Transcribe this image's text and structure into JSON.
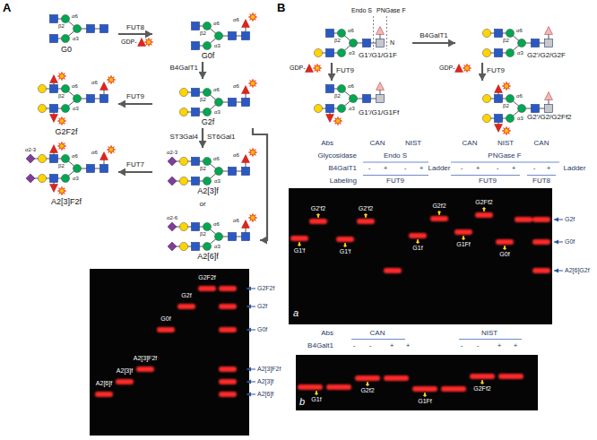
{
  "diagram": {
    "nodes": [
      {
        "text": [
          "G0",
          "α6",
          "β2",
          "α3"
        ]
      },
      {
        "text": [
          "G0f",
          "α6",
          "β2",
          "α3",
          "α6"
        ]
      },
      {
        "text": [
          "G2F2f",
          "α6",
          "β2",
          "α3",
          "α6"
        ]
      },
      {
        "text": [
          "G2f",
          "α6",
          "β2",
          "α3",
          "α6"
        ]
      },
      {
        "text": [
          "A2[3]F2f",
          "α2-3",
          "α6",
          "β2",
          "α3",
          "α6"
        ]
      },
      {
        "text": [
          "A2[3]f",
          "α2-3",
          "α6",
          "β2",
          "α3",
          "α6"
        ]
      },
      {
        "text": [
          "A2[6]f",
          "α2-6",
          "α6",
          "β2",
          "α3",
          "α6"
        ]
      },
      {
        "text": [
          "G1'/G1/G1F",
          "Endo S",
          "PNGase F",
          "N",
          "α6",
          "β2",
          "α3"
        ]
      },
      {
        "text": [
          "G2'/G2/G2F",
          "α6",
          "β2",
          "α3"
        ]
      },
      {
        "text": [
          "G1'/G1/G1Ff",
          "α6",
          "β2",
          "α3"
        ]
      },
      {
        "text": [
          "G2'/G2/G2Ff2",
          "α6",
          "β2",
          "α3"
        ]
      }
    ],
    "edges": [
      {
        "from": 0,
        "to": 1,
        "arrow": "to",
        "label": "FUT8"
      },
      {
        "from": 1,
        "to": 3,
        "arrow": "to",
        "label": "B4GalT1"
      },
      {
        "from": 3,
        "to": 2,
        "arrow": "to",
        "label": "FUT9"
      },
      {
        "from": 3,
        "to": 5,
        "arrow": "to",
        "label": "ST3Gal4"
      },
      {
        "from": 3,
        "to": 6,
        "arrow": "to",
        "label": "ST6Gal1"
      },
      {
        "from": 5,
        "to": 4,
        "arrow": "to",
        "label": "FUT7"
      },
      {
        "from": 7,
        "to": 8,
        "arrow": "to",
        "label": "B4GalT1"
      },
      {
        "from": 7,
        "to": 9,
        "arrow": "to",
        "label": "FUT9"
      },
      {
        "from": 8,
        "to": 10,
        "arrow": "to",
        "label": "FUT9"
      }
    ],
    "labels": [
      "A",
      "GDP-",
      "or",
      "A2[6]f",
      "A2[3]f",
      "A2[3]F2f",
      "G0f",
      "G2f",
      "G2F2f",
      "G2F2f",
      "G2f",
      "G0f",
      "A2[3]F2f",
      "A2[3]f",
      "A2[6]f",
      "B",
      "GDP-",
      "GDP-",
      "Abs",
      "CAN",
      "NIST",
      "CAN",
      "NIST",
      "CAN",
      "Glycosidase",
      "Endo S",
      "PNGase F",
      "B4GalT1",
      "-",
      "+",
      "-",
      "+",
      "Ladder",
      "-",
      "+",
      "-",
      "+",
      "-",
      "+",
      "Ladder",
      "Labeling",
      "FUT9",
      "FUT9",
      "FUT8",
      "G2'f2",
      "G2'f2",
      "G2f2",
      "G2Ff2",
      "G1'f",
      "G1'f",
      "G1f",
      "G1Ff",
      "G0f",
      "G2f",
      "G0f",
      "A2[6]G2f",
      "a",
      "Abs",
      "CAN",
      "NIST",
      "B4Galt1",
      "-",
      "-",
      "+",
      "+",
      "-",
      "-",
      "+",
      "+",
      "G1f",
      "G2f2",
      "G1Ff",
      "G2Ff2",
      "b"
    ]
  }
}
